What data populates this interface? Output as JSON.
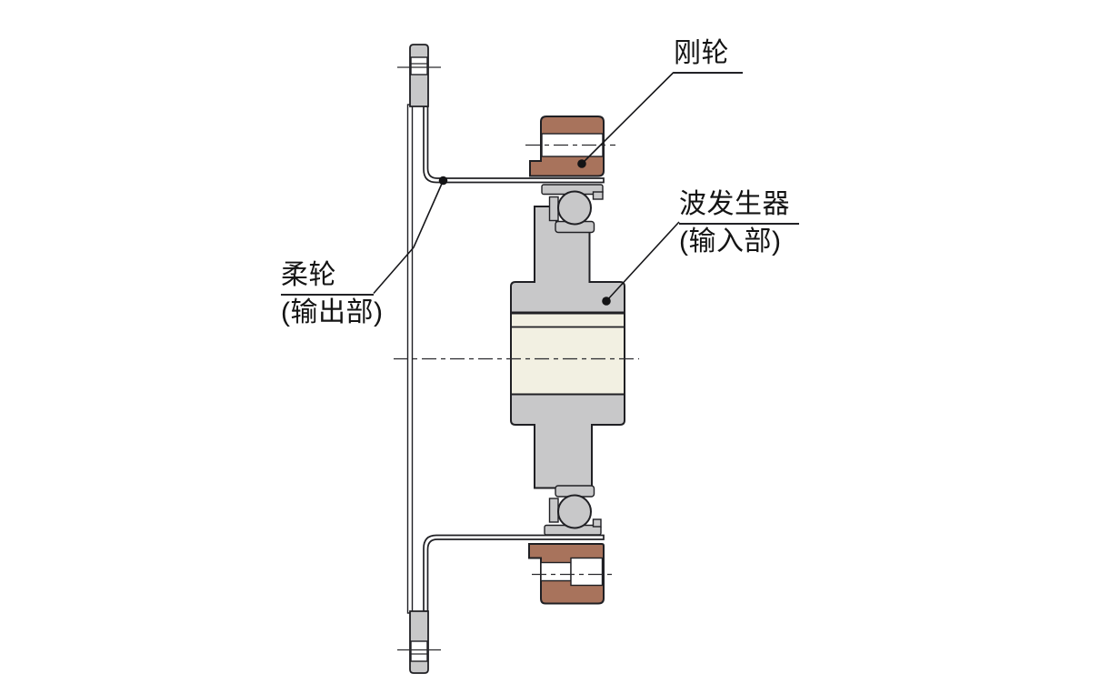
{
  "diagram": {
    "title": "harmonic-drive-cross-section",
    "labels": {
      "circular_spline": "刚轮",
      "wave_generator_line1": "波发生器",
      "wave_generator_line2": "(输入部)",
      "flexspline_line1": "柔轮",
      "flexspline_line2": "(输出部)"
    },
    "colors": {
      "spline_brown": "#a8735c",
      "metal_gray": "#c8c8c9",
      "bore_cream": "#f2f0e2",
      "outline": "#202024",
      "background": "#ffffff"
    }
  }
}
